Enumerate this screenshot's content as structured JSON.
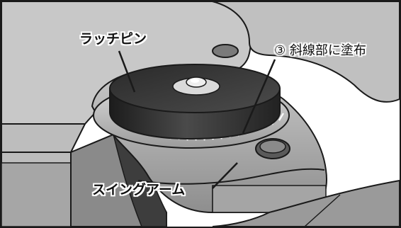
{
  "labels": {
    "latch_pin": "ラッチピン",
    "swing_arm": "スイングアーム",
    "note_number": "③",
    "note_text": "斜線部に塗布"
  },
  "colors": {
    "plate": "#c8c8c8",
    "plate_shadow": "#9a9a9a",
    "pin_top": "#3a3a3a",
    "arm": "#b5b5b5",
    "outline": "#1a1a1a"
  }
}
